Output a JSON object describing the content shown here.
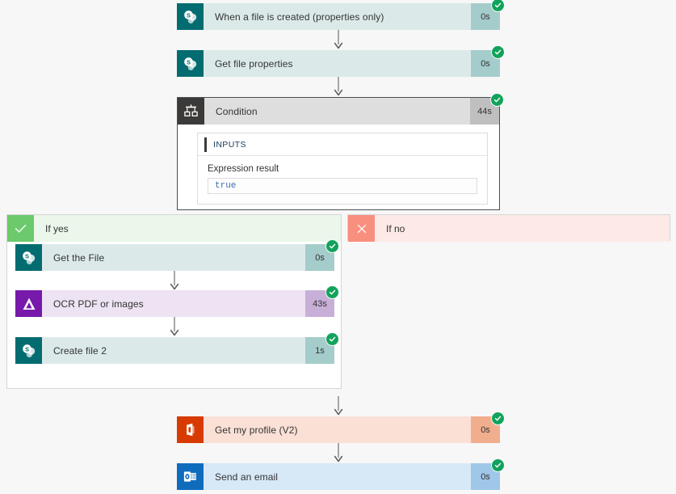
{
  "flow": {
    "background_color": "#f7f7f7",
    "status_color": "#11A35C",
    "steps": [
      {
        "key": "trigger",
        "name": "When a file is created (properties only)",
        "duration": "0s",
        "connector": "sharepoint-icon",
        "status": "succeeded"
      },
      {
        "key": "get_file_properties",
        "name": "Get file properties",
        "duration": "0s",
        "connector": "sharepoint-icon",
        "status": "succeeded"
      },
      {
        "key": "condition",
        "name": "Condition",
        "duration": "44s",
        "connector": "condition-icon",
        "status": "succeeded",
        "inputs_label": "INPUTS",
        "expression_label": "Expression result",
        "expression_value": "true"
      },
      {
        "key": "if_yes",
        "name": "If yes",
        "connector": "check-icon"
      },
      {
        "key": "if_no",
        "name": "If no",
        "connector": "close-icon"
      },
      {
        "key": "get_the_file",
        "name": "Get the File",
        "duration": "0s",
        "connector": "sharepoint-icon",
        "status": "succeeded"
      },
      {
        "key": "ocr",
        "name": "OCR PDF or images",
        "duration": "43s",
        "connector": "ocr-icon",
        "status": "succeeded"
      },
      {
        "key": "create_file_2",
        "name": "Create file 2",
        "duration": "1s",
        "connector": "sharepoint-icon",
        "status": "succeeded"
      },
      {
        "key": "get_my_profile",
        "name": "Get my profile (V2)",
        "duration": "0s",
        "connector": "office365-icon",
        "status": "succeeded"
      },
      {
        "key": "send_an_email",
        "name": "Send an email",
        "duration": "0s",
        "connector": "outlook-icon",
        "status": "succeeded"
      }
    ]
  }
}
